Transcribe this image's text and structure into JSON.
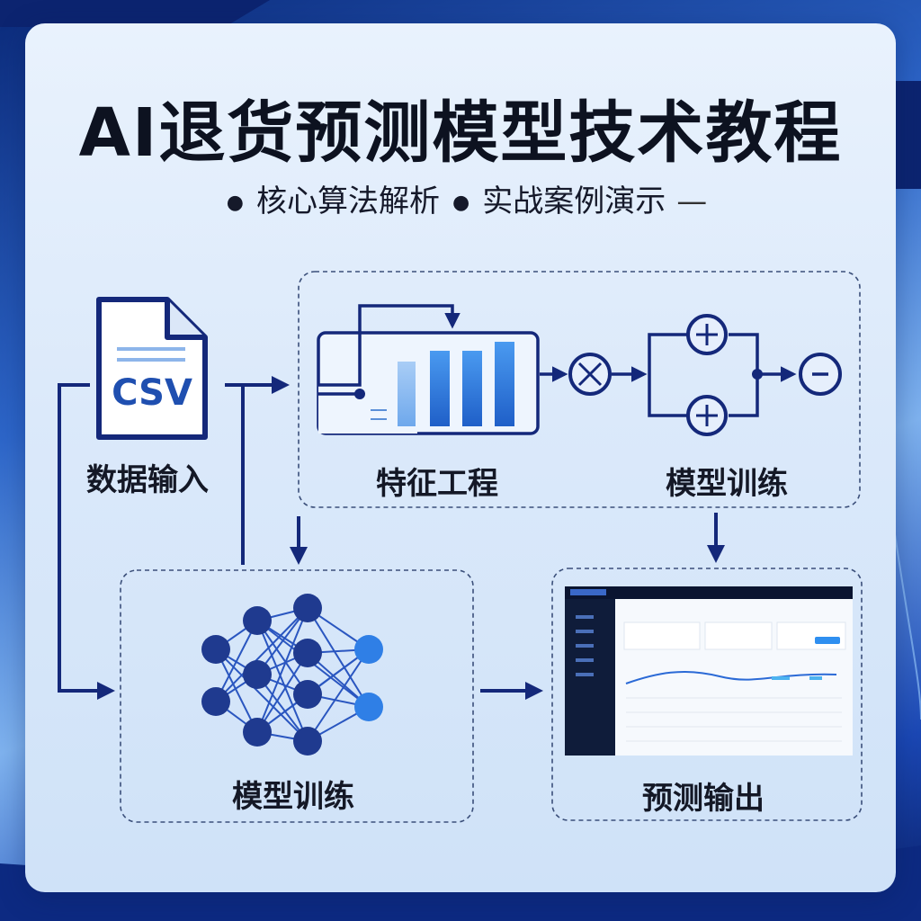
{
  "title": "AI退货预测模型技术教程",
  "subtitle": {
    "items": [
      "核心算法解析",
      "实战案例演示"
    ]
  },
  "nodes": {
    "data_input": {
      "label": "数据输入",
      "file_text": "CSV"
    },
    "feature_engineering": {
      "label": "特征工程"
    },
    "model_training_top": {
      "label": "模型训练"
    },
    "model_training_bottom": {
      "label": "模型训练"
    },
    "prediction_output": {
      "label": "预测输出"
    }
  },
  "colors": {
    "navy": "#14287a",
    "accent_blue": "#2a7de1",
    "text_dark": "#141826",
    "dash_border": "#3b4f7a"
  },
  "icons": [
    "csv-file-icon",
    "bar-chart-icon",
    "multiply-circle-icon",
    "plus-circle-icon",
    "minus-circle-icon",
    "neural-network-icon",
    "dashboard-screenshot-icon"
  ]
}
